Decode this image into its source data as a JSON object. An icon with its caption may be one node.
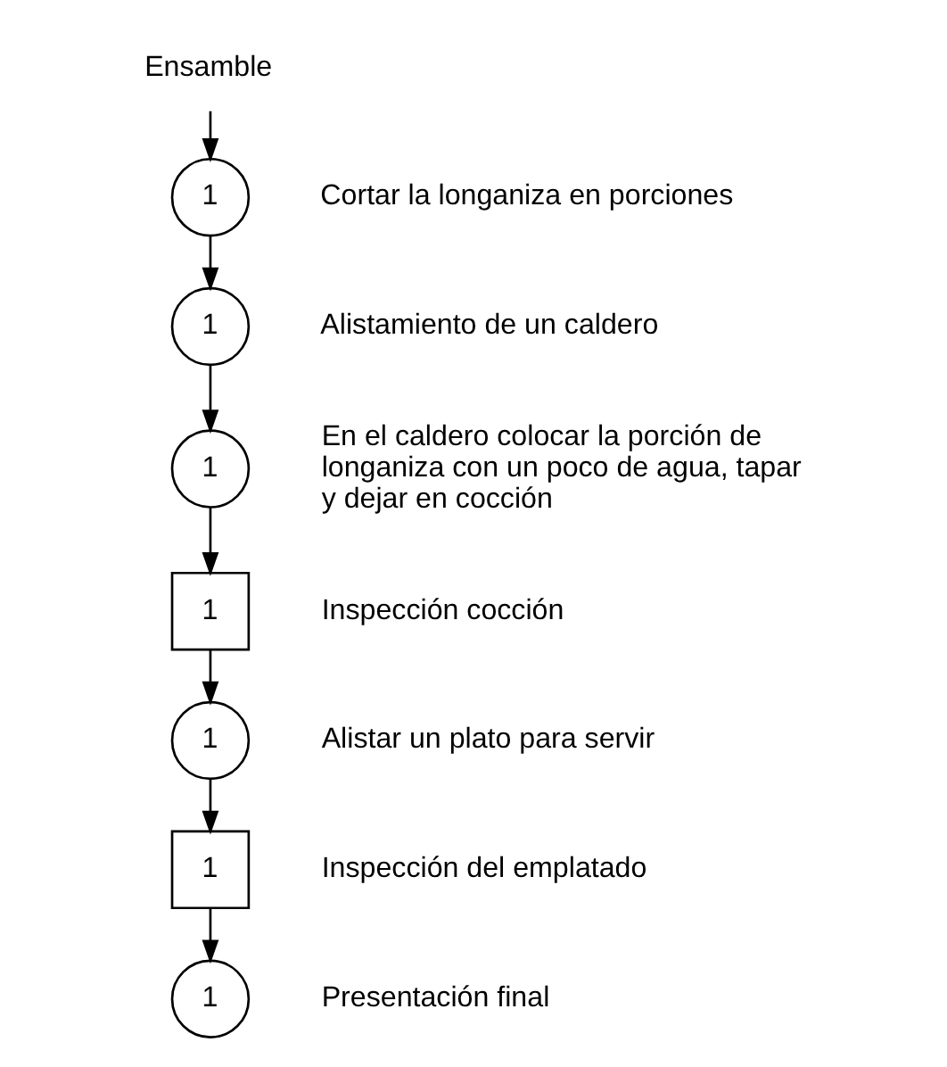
{
  "diagram": {
    "nodes": [
      {
        "text": [
          "Ensamble"
        ]
      },
      {
        "text": [
          "1"
        ],
        "beside": [
          "Cortar la longaniza en porciones"
        ]
      },
      {
        "text": [
          "1"
        ],
        "beside": [
          "Alistamiento de un caldero"
        ]
      },
      {
        "text": [
          "1"
        ],
        "beside": [
          "En el caldero colocar la porción de longaniza con un poco de agua, tapar y dejar en cocción"
        ]
      },
      {
        "text": [
          "1"
        ],
        "beside": [
          "Inspección cocción"
        ]
      },
      {
        "text": [
          "1"
        ],
        "beside": [
          "Alistar un plato para servir"
        ]
      },
      {
        "text": [
          "1"
        ],
        "beside": [
          "Inspección del emplatado"
        ]
      },
      {
        "text": [
          "1"
        ],
        "beside": [
          "Presentación final"
        ]
      }
    ],
    "edges": [
      {
        "from": 0,
        "to": 1,
        "arrow": "to"
      },
      {
        "from": 1,
        "to": 2,
        "arrow": "to"
      },
      {
        "from": 2,
        "to": 3,
        "arrow": "to"
      },
      {
        "from": 3,
        "to": 4,
        "arrow": "to"
      },
      {
        "from": 4,
        "to": 5,
        "arrow": "to"
      },
      {
        "from": 5,
        "to": 6,
        "arrow": "to"
      },
      {
        "from": 6,
        "to": 7,
        "arrow": "to"
      }
    ]
  }
}
